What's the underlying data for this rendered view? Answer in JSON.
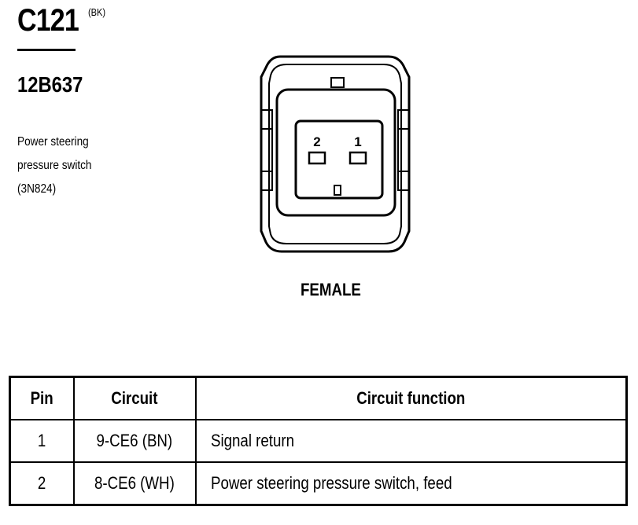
{
  "connector": {
    "id": "C121",
    "color_code": "(BK)",
    "part_number": "12B637",
    "description_lines": [
      "Power steering",
      "pressure switch",
      "(3N824)"
    ],
    "gender": "FEMALE",
    "pin_labels": [
      "2",
      "1"
    ]
  },
  "table": {
    "headers": [
      "Pin",
      "Circuit",
      "Circuit function"
    ],
    "rows": [
      {
        "pin": "1",
        "circuit": "9-CE6 (BN)",
        "function": "Signal return"
      },
      {
        "pin": "2",
        "circuit": "8-CE6 (WH)",
        "function": "Power steering pressure switch, feed"
      }
    ]
  }
}
